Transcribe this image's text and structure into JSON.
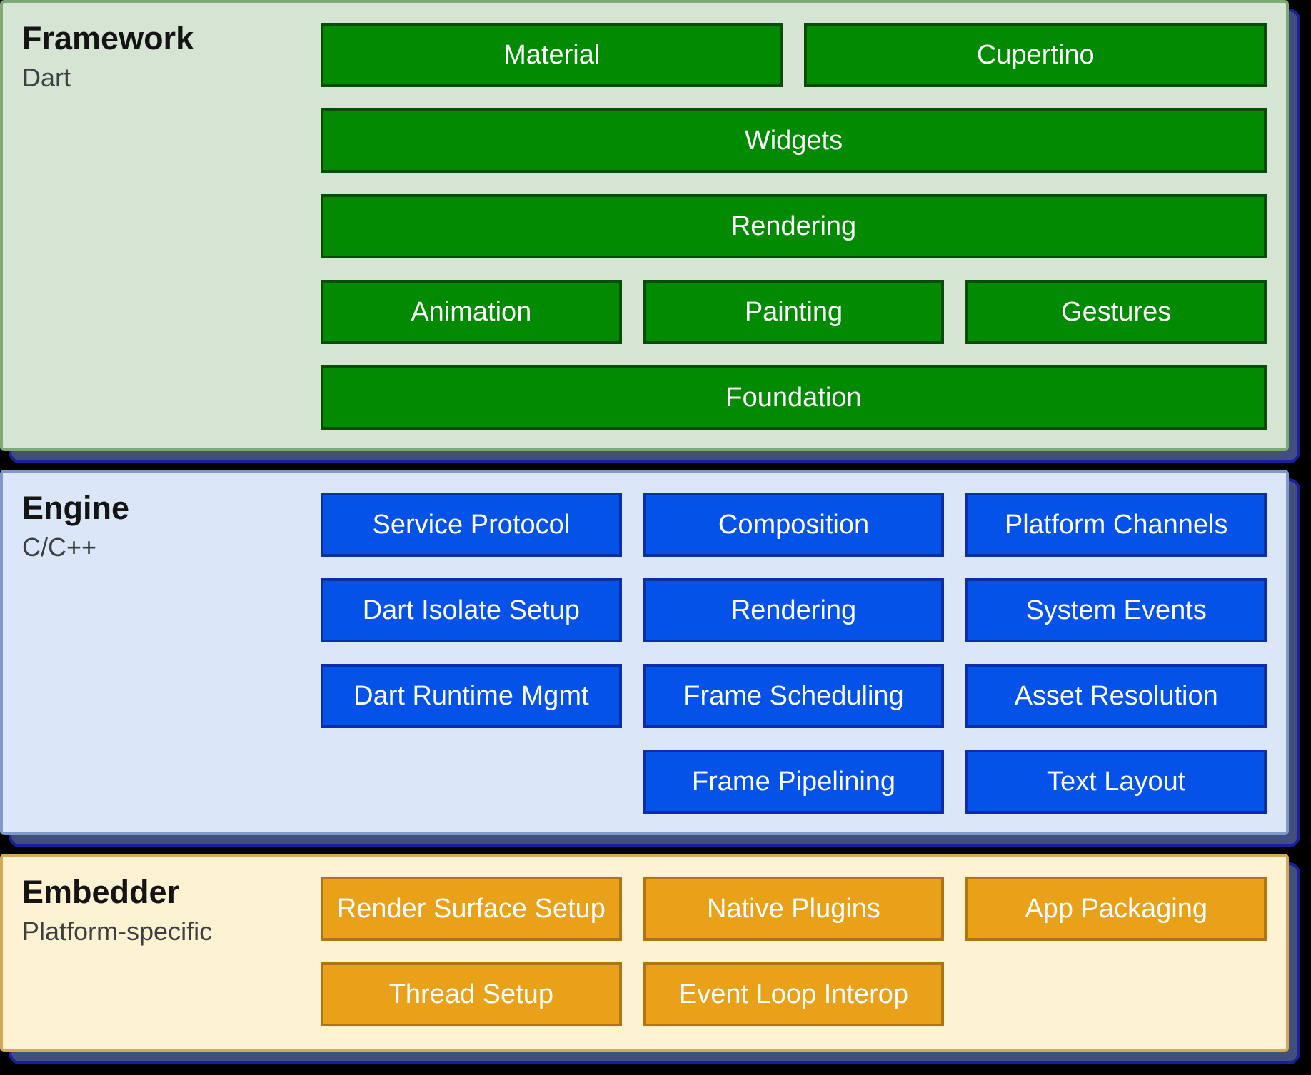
{
  "page": {
    "background": "#000000",
    "shadow_color": "#424e7c",
    "shadow_rim_color": "#1a2196"
  },
  "layers": [
    {
      "name": "Framework",
      "subtitle": "Dart",
      "colors": {
        "card_bg": "#d5e4d3",
        "card_border": "#7daa74",
        "box_bg": "#028a02",
        "box_border": "#074d07",
        "box_text": "#ffffff",
        "title_text": "#141414",
        "subtitle_text": "#3d4043"
      },
      "boxes": [
        {
          "label": "Material"
        },
        {
          "label": "Cupertino"
        },
        {
          "label": "Widgets"
        },
        {
          "label": "Rendering"
        },
        {
          "label": "Animation"
        },
        {
          "label": "Painting"
        },
        {
          "label": "Gestures"
        },
        {
          "label": "Foundation"
        }
      ]
    },
    {
      "name": "Engine",
      "subtitle": "C/C++",
      "colors": {
        "card_bg": "#dbe7f9",
        "card_border": "#7f9aca",
        "box_bg": "#0552e8",
        "box_border": "#0c2fa8",
        "box_text": "#ffffff",
        "title_text": "#141414",
        "subtitle_text": "#3d4043"
      },
      "boxes": [
        {
          "label": "Service Protocol"
        },
        {
          "label": "Composition"
        },
        {
          "label": "Platform Channels"
        },
        {
          "label": "Dart Isolate Setup"
        },
        {
          "label": "Rendering"
        },
        {
          "label": "System Events"
        },
        {
          "label": "Dart Runtime Mgmt"
        },
        {
          "label": "Frame Scheduling"
        },
        {
          "label": "Asset Resolution"
        },
        {
          "label": "Frame Pipelining"
        },
        {
          "label": "Text Layout"
        }
      ]
    },
    {
      "name": "Embedder",
      "subtitle": "Platform-specific",
      "colors": {
        "card_bg": "#fdf2d1",
        "card_border": "#d2aa54",
        "box_bg": "#e9a11a",
        "box_border": "#b27311",
        "box_text": "#ffffff",
        "title_text": "#141414",
        "subtitle_text": "#3d4043"
      },
      "boxes": [
        {
          "label": "Render Surface Setup"
        },
        {
          "label": "Native Plugins"
        },
        {
          "label": "App Packaging"
        },
        {
          "label": "Thread Setup"
        },
        {
          "label": "Event Loop Interop"
        }
      ]
    }
  ]
}
